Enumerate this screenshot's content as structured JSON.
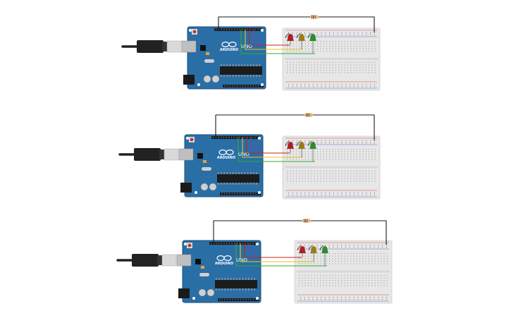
{
  "scene": {
    "background": "#ffffff",
    "colors": {
      "board": "#2a6ea6",
      "board_edge": "#1d4f7c",
      "breadboard": "#e7e7e7",
      "rail_red": "#d94f4f",
      "rail_blue": "#5b6fd6",
      "wire_black": "#1a1a1a",
      "wire_red": "#cc2222",
      "wire_yellow": "#e3c51c",
      "wire_green": "#35a83a",
      "wire_purple": "#8a3fa8",
      "led_red": "#b21f1f",
      "led_yellow": "#9c7b1a",
      "led_green": "#2e8b2e",
      "resistor": "#e8c99a",
      "usb_cable": "#222222",
      "usb_plug": "#d9d9d9"
    },
    "circuits": [
      {
        "arduino": {
          "board_label": "UNO",
          "logo_text": "ARDUINO",
          "icons": [
            "usb-port-icon",
            "reset-button-icon",
            "power-jack-icon",
            "atmega-chip-icon"
          ]
        },
        "breadboard": {
          "icon": "breadboard-icon"
        },
        "leds": [
          {
            "color_name": "red",
            "color": "#b21f1f"
          },
          {
            "color_name": "yellow",
            "color": "#9c7b1a"
          },
          {
            "color_name": "green",
            "color": "#2e8b2e"
          }
        ],
        "resistor": {
          "icon": "resistor-icon"
        },
        "wires": [
          "black",
          "red",
          "yellow",
          "green",
          "purple"
        ]
      },
      {
        "arduino": {
          "board_label": "UNO",
          "logo_text": "ARDUINO",
          "icons": [
            "usb-port-icon",
            "reset-button-icon",
            "power-jack-icon",
            "atmega-chip-icon"
          ]
        },
        "breadboard": {
          "icon": "breadboard-icon"
        },
        "leds": [
          {
            "color_name": "red",
            "color": "#b21f1f"
          },
          {
            "color_name": "yellow",
            "color": "#9c7b1a"
          },
          {
            "color_name": "green",
            "color": "#2e8b2e"
          }
        ],
        "resistor": {
          "icon": "resistor-icon"
        },
        "wires": [
          "black",
          "red",
          "yellow",
          "green",
          "purple"
        ]
      },
      {
        "arduino": {
          "board_label": "UNO",
          "logo_text": "ARDUINO",
          "icons": [
            "usb-port-icon",
            "reset-button-icon",
            "power-jack-icon",
            "atmega-chip-icon"
          ]
        },
        "breadboard": {
          "icon": "breadboard-icon"
        },
        "leds": [
          {
            "color_name": "red",
            "color": "#b21f1f"
          },
          {
            "color_name": "yellow",
            "color": "#9c7b1a"
          },
          {
            "color_name": "green",
            "color": "#2e8b2e"
          }
        ],
        "resistor": {
          "icon": "resistor-icon"
        },
        "wires": [
          "black",
          "red",
          "yellow",
          "green",
          "purple"
        ]
      }
    ]
  }
}
